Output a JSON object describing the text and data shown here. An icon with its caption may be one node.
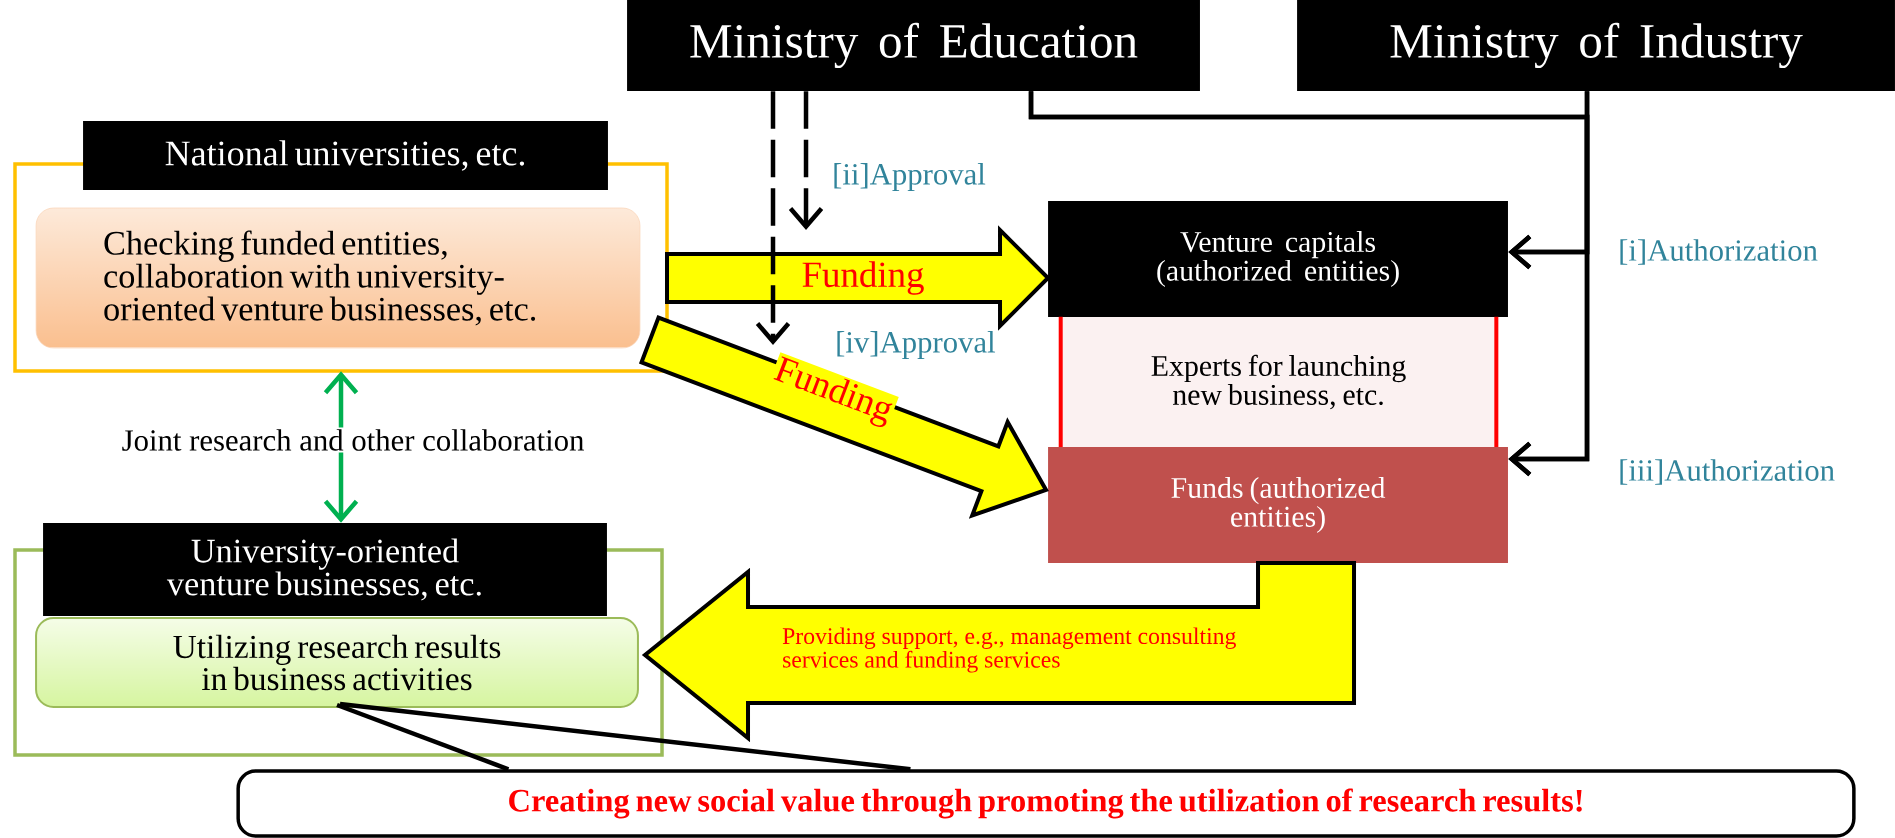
{
  "diagram": {
    "nodes": [
      {
        "text": [
          "Ministry of Education"
        ]
      },
      {
        "text": [
          "Ministry of Industry"
        ]
      },
      {
        "text": [
          "National universities, etc."
        ]
      },
      {
        "text": [
          "Checking funded entities, collaboration with university-oriented venture businesses, etc."
        ],
        "in": 2
      },
      {
        "text": [
          "Venture capitals (authorized entities)"
        ]
      },
      {
        "text": [
          "Experts for launching new business, etc."
        ]
      },
      {
        "text": [
          "Funds (authorized entities)"
        ]
      },
      {
        "text": [
          "University-oriented venture businesses, etc."
        ]
      },
      {
        "text": [
          "Utilizing research results in business activities"
        ],
        "in": 7
      },
      {
        "text": [
          "Creating new social value through promoting the utilization of research results!"
        ]
      }
    ],
    "edges": [
      {
        "from": 2,
        "to": 4,
        "arrow": "to",
        "label": "Funding",
        "style": "thick",
        "color": "#ffff00"
      },
      {
        "from": 2,
        "to": 6,
        "arrow": "to",
        "label": "Funding",
        "style": "thick",
        "color": "#ffff00"
      },
      {
        "from": 0,
        "to": null,
        "arrow": "to",
        "label": "[ii]Approval",
        "style": "dashed"
      },
      {
        "from": 0,
        "to": null,
        "arrow": "to",
        "label": "[iv]Approval",
        "style": "dashed"
      },
      {
        "from": 1,
        "to": 4,
        "arrow": "to",
        "label": "[i]Authorization"
      },
      {
        "from": 1,
        "to": 6,
        "arrow": "to",
        "label": "[iii]Authorization"
      },
      {
        "from": 0,
        "to": 4,
        "arrow": "to"
      },
      {
        "from": 0,
        "to": 6,
        "arrow": "to"
      },
      {
        "from": 2,
        "to": 7,
        "arrow": "both",
        "label": "Joint research and other collaboration",
        "color": "#00b050"
      },
      {
        "from": 6,
        "to": 8,
        "arrow": "to",
        "label": "Providing support, e.g., management consulting services and funding services",
        "style": "thick",
        "color": "#ffff00"
      },
      {
        "from": 9,
        "to": 8,
        "arrow": "none"
      }
    ]
  }
}
